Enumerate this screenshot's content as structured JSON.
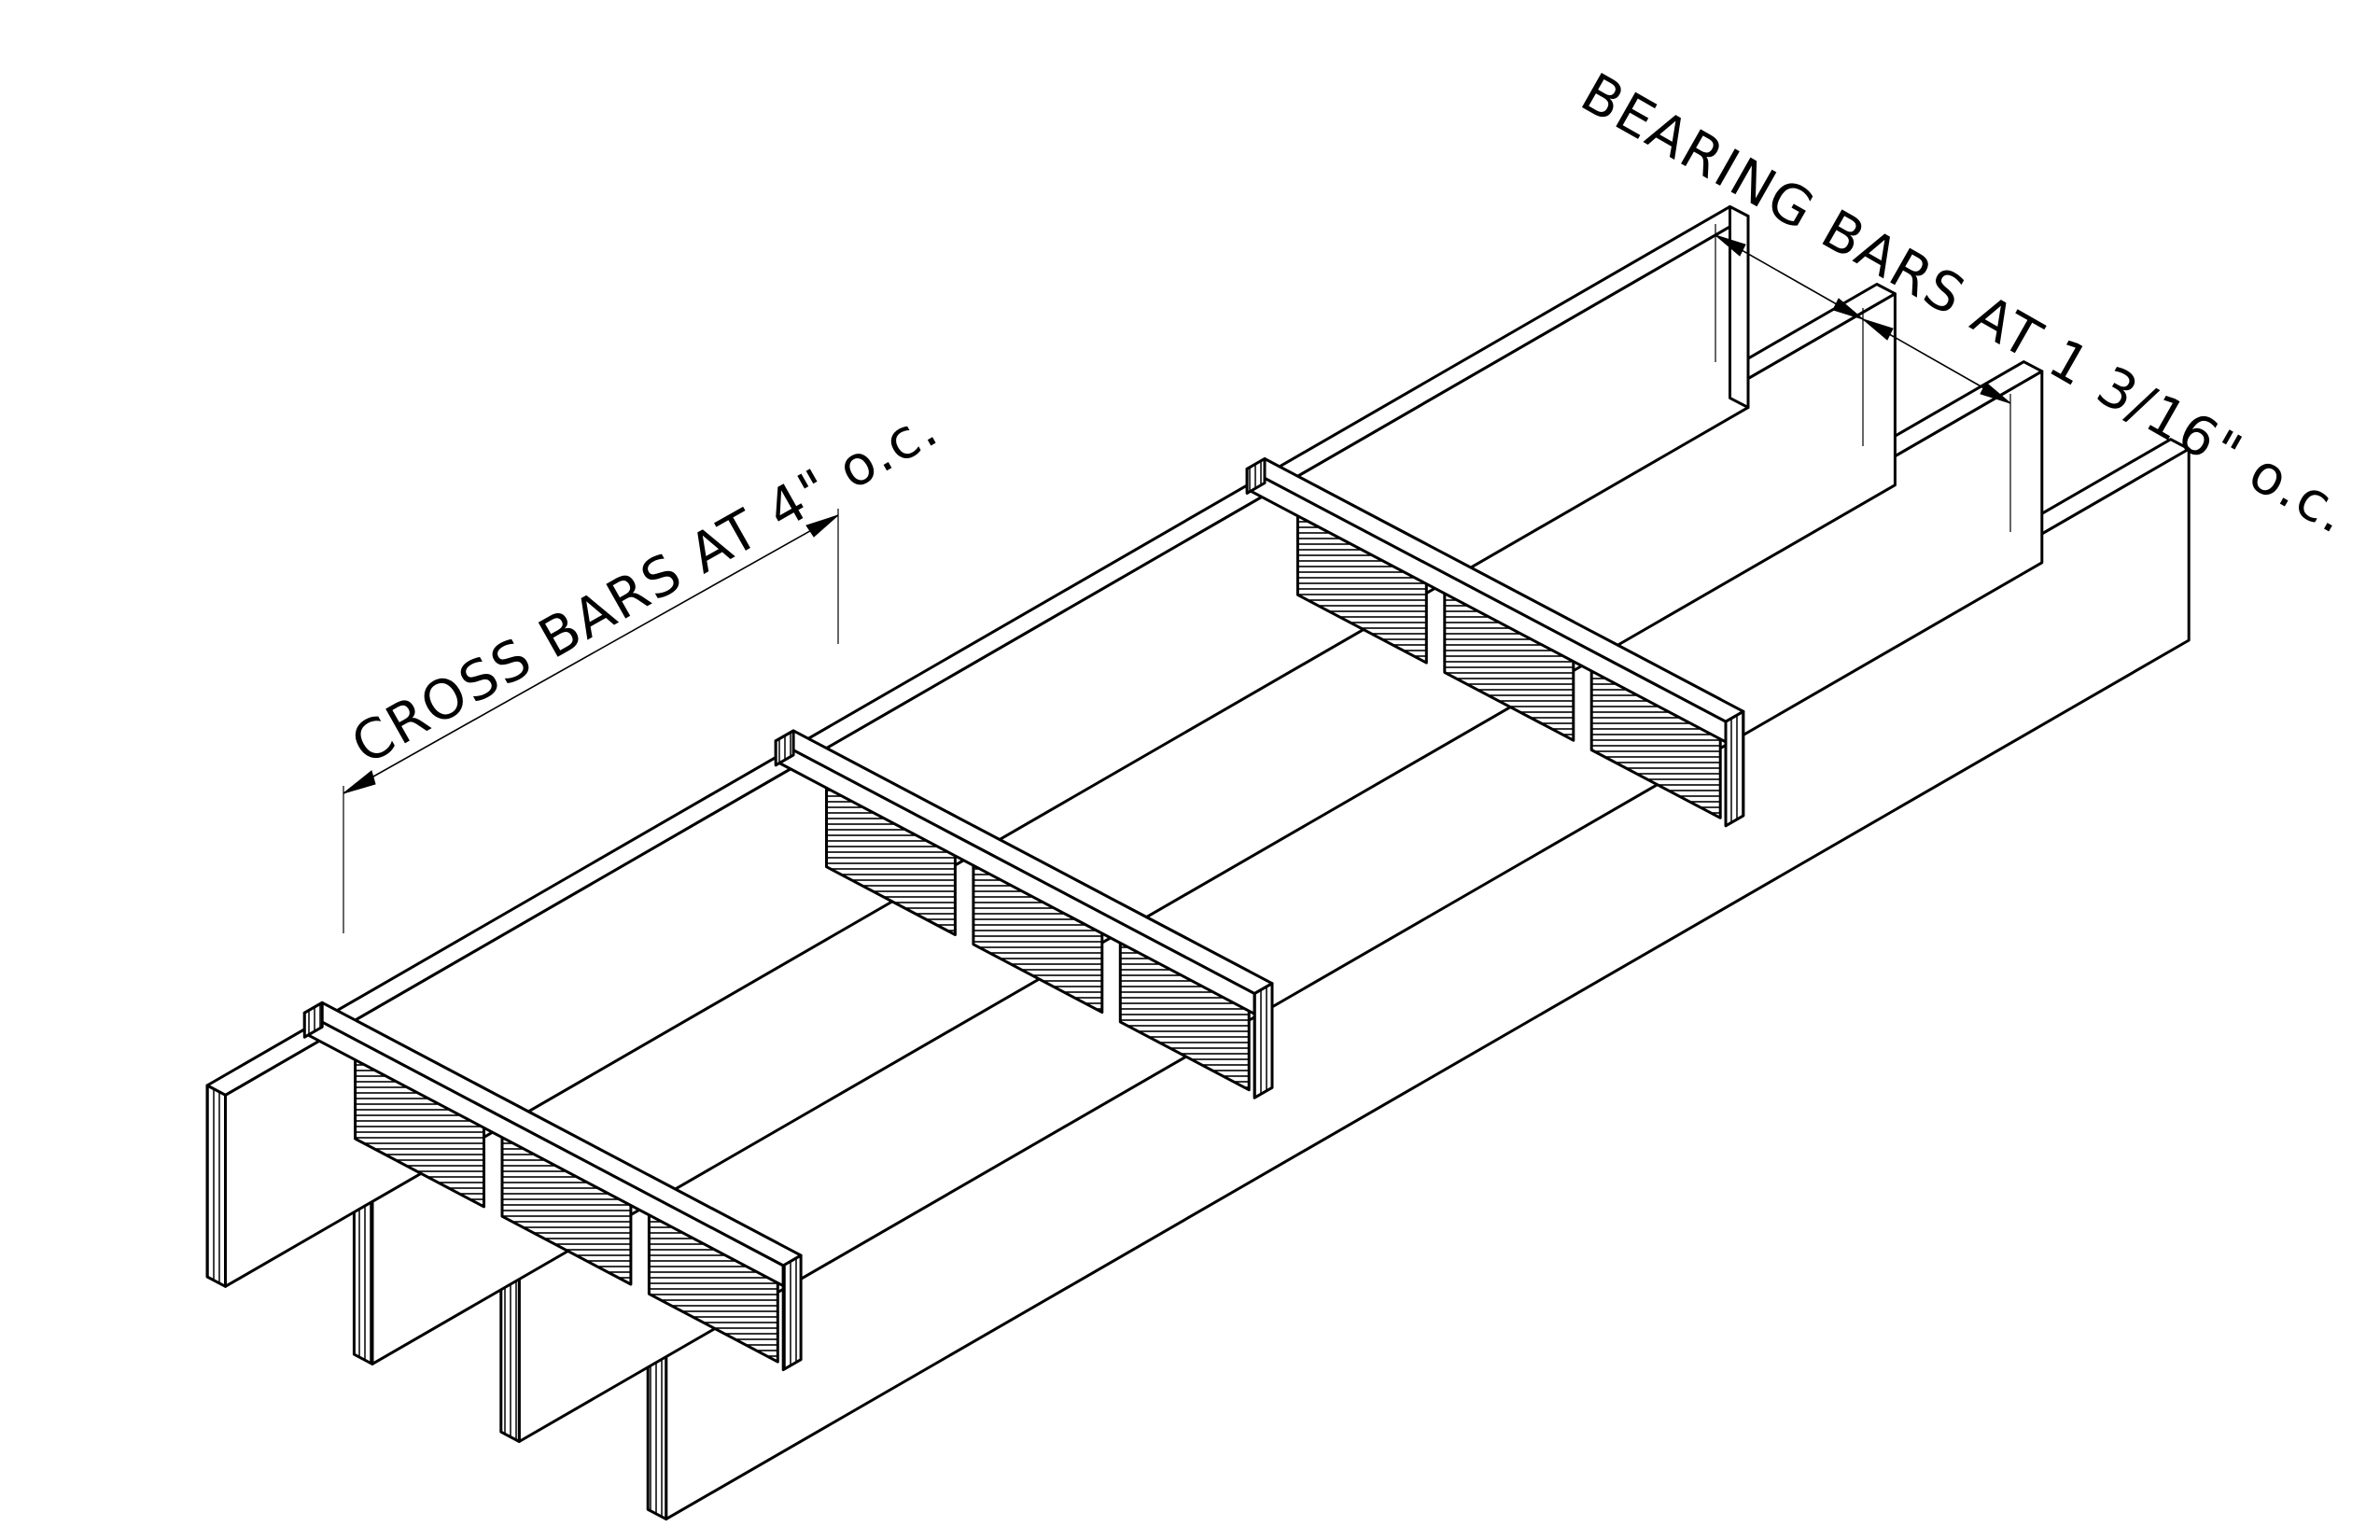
{
  "callouts": {
    "cross_bars": "CROSS BARS AT 4\" o.c.",
    "bearing_bars": "BEARING BARS AT 1 3/16\" o.c."
  },
  "structure": {
    "bearing_bar_count": 4,
    "cross_bar_count": 3
  },
  "colors": {
    "line": "#000000",
    "background": "#ffffff"
  }
}
